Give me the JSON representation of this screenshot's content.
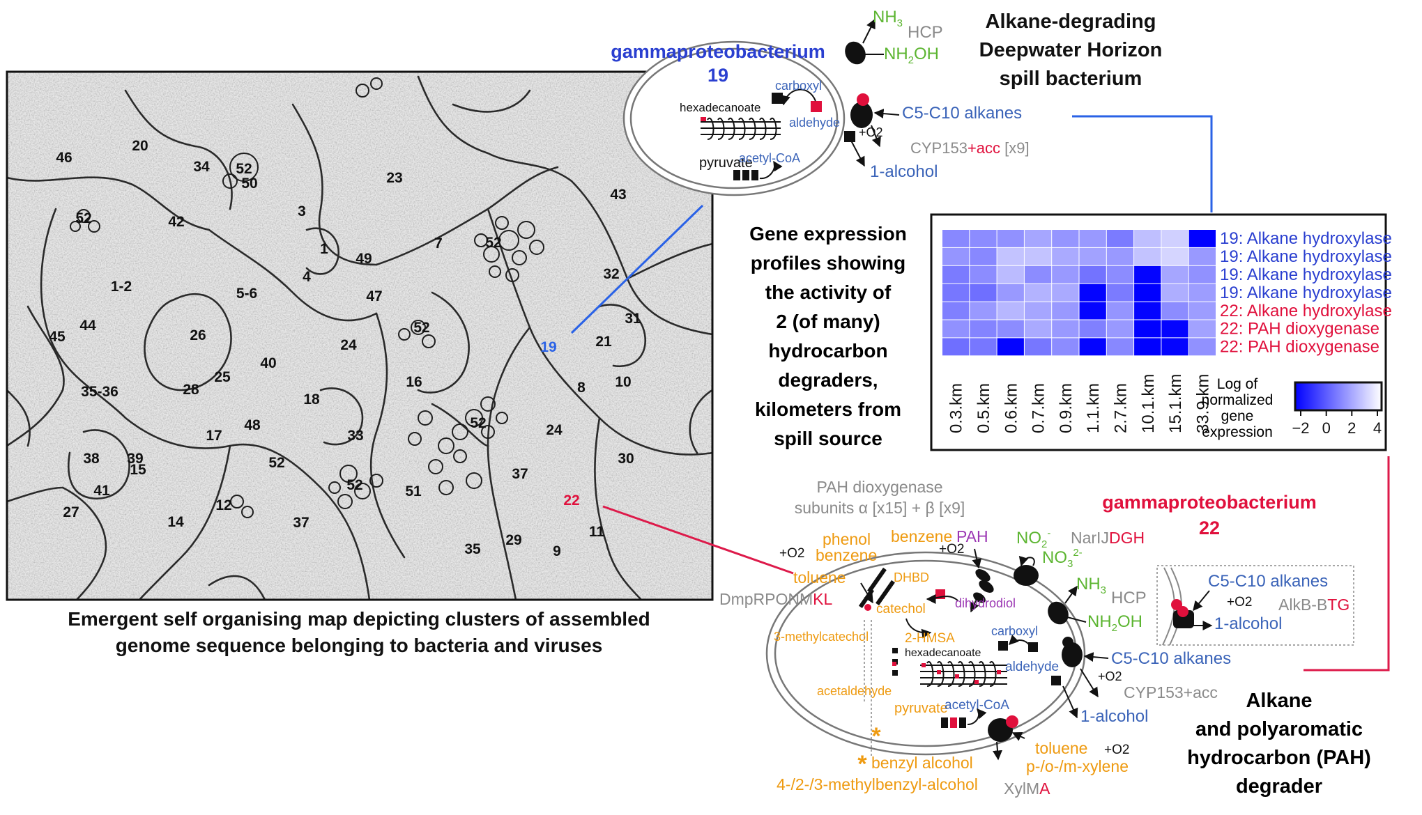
{
  "colors": {
    "blue": "#2a3fd0",
    "mid_blue": "#3a63b8",
    "red": "#e0103c",
    "green": "#5cb531",
    "orange": "#ee9a10",
    "purple": "#9b36b3",
    "grey": "#8a8a8a",
    "black": "#111111",
    "line_blue": "#2a62e6",
    "line_red": "#dd1a4a"
  },
  "som": {
    "caption_line1": "Emergent self organising map depicting clusters of assembled",
    "caption_line2": "genome sequence belonging to bacteria and viruses",
    "clusters": [
      {
        "label": "46"
      },
      {
        "label": "20"
      },
      {
        "label": "34"
      },
      {
        "label": "52"
      },
      {
        "label": "50"
      },
      {
        "label": "23"
      },
      {
        "label": "43"
      },
      {
        "label": "52"
      },
      {
        "label": "42"
      },
      {
        "label": "3"
      },
      {
        "label": "7"
      },
      {
        "label": "1"
      },
      {
        "label": "49"
      },
      {
        "label": "52"
      },
      {
        "label": "1-2"
      },
      {
        "label": "4"
      },
      {
        "label": "5-6"
      },
      {
        "label": "47"
      },
      {
        "label": "32"
      },
      {
        "label": "45"
      },
      {
        "label": "44"
      },
      {
        "label": "26"
      },
      {
        "label": "52"
      },
      {
        "label": "31"
      },
      {
        "label": "24"
      },
      {
        "label": "21"
      },
      {
        "label": "40"
      },
      {
        "label": "25"
      },
      {
        "label": "28"
      },
      {
        "label": "16"
      },
      {
        "label": "35-36"
      },
      {
        "label": "8"
      },
      {
        "label": "10"
      },
      {
        "label": "18"
      },
      {
        "label": "48"
      },
      {
        "label": "17"
      },
      {
        "label": "33"
      },
      {
        "label": "52"
      },
      {
        "label": "24"
      },
      {
        "label": "38"
      },
      {
        "label": "39"
      },
      {
        "label": "15"
      },
      {
        "label": "52"
      },
      {
        "label": "30"
      },
      {
        "label": "37"
      },
      {
        "label": "41"
      },
      {
        "label": "52"
      },
      {
        "label": "51"
      },
      {
        "label": "12"
      },
      {
        "label": "27"
      },
      {
        "label": "14"
      },
      {
        "label": "37"
      },
      {
        "label": "11"
      },
      {
        "label": "29"
      },
      {
        "label": "35"
      },
      {
        "label": "9"
      }
    ],
    "highlight_19": "19",
    "highlight_22": "22"
  },
  "bact19": {
    "title": "gammaproteobacterium",
    "number": "19",
    "nh3": "NH",
    "nh3_sub": "3",
    "hcp": "HCP",
    "nh2oh_a": "NH",
    "nh2oh_sub": "2",
    "nh2oh_b": "OH",
    "carboxyl": "carboxyl",
    "hexadecanoate": "hexadecanoate",
    "aldehyde": "aldehyde",
    "pyruvate": "pyruvate",
    "acetyl_coa": "acetyl-CoA",
    "o2": "+O2",
    "alkanes": "C5-C10 alkanes",
    "cyp_a": "CYP153",
    "cyp_b": "+acc",
    "cyp_c": " [x9]",
    "alcohol": "1-alcohol"
  },
  "spill_title": {
    "line1": "Alkane-degrading",
    "line2": "Deepwater Horizon",
    "line3": "spill bacterium"
  },
  "expr_text": {
    "line1": "Gene expression",
    "line2": "profiles showing",
    "line3": "the activity of",
    "line4": "2 (of many)",
    "line5": "hydrocarbon",
    "line6": "degraders,",
    "line7": "kilometers from",
    "line8": "spill source"
  },
  "heatmap": {
    "columns": [
      "0.3.km",
      "0.5.km",
      "0.6.km",
      "0.7.km",
      "0.9.km",
      "1.1.km",
      "2.7.km",
      "10.1.km",
      "15.1.km",
      "33.9.km"
    ],
    "rows": [
      {
        "label": "19: Alkane hydroxylase",
        "group": "19",
        "values": [
          1.2,
          1.3,
          1.4,
          1.9,
          1.5,
          1.6,
          0.9,
          2.5,
          2.9,
          -2.0
        ]
      },
      {
        "label": "19: Alkane hydroxylase",
        "group": "19",
        "values": [
          1.5,
          1.2,
          2.6,
          2.6,
          2.0,
          1.8,
          1.6,
          2.6,
          3.0,
          1.6
        ]
      },
      {
        "label": "19: Alkane hydroxylase",
        "group": "19",
        "values": [
          0.9,
          1.3,
          2.4,
          1.3,
          1.6,
          0.7,
          1.3,
          -1.9,
          1.9,
          1.4
        ]
      },
      {
        "label": "19: Alkane hydroxylase",
        "group": "19",
        "values": [
          0.8,
          0.6,
          1.6,
          2.2,
          2.0,
          -1.9,
          0.9,
          -2.0,
          2.1,
          1.7
        ]
      },
      {
        "label": "22: Alkane hydroxylase",
        "group": "22",
        "values": [
          1.0,
          1.6,
          2.3,
          1.9,
          1.6,
          -1.9,
          1.5,
          -1.9,
          1.3,
          1.7
        ]
      },
      {
        "label": "22: PAH dioxygenase",
        "group": "22",
        "values": [
          1.4,
          1.1,
          1.3,
          2.0,
          1.6,
          1.0,
          1.6,
          -2.0,
          -1.9,
          1.8
        ]
      },
      {
        "label": "22: PAH dioxygenase",
        "group": "22",
        "values": [
          0.6,
          0.8,
          -1.9,
          0.8,
          1.3,
          -1.9,
          1.2,
          -2.0,
          -1.9,
          1.4
        ]
      }
    ],
    "range": [
      -2,
      4
    ],
    "colorbar_ticks": [
      "−2",
      "0",
      "2",
      "4"
    ],
    "legend_line1": "Log of",
    "legend_line2": "normalized",
    "legend_line3": "gene",
    "legend_line4": "expression"
  },
  "bact22": {
    "pah_title_line1": "PAH dioxygenase",
    "pah_title_line2": "subunits α [x15] + β [x9]",
    "title": "gammaproteobacterium",
    "number": "22",
    "phenol": "phenol",
    "benzene_left": "benzene",
    "toluene": "toluene",
    "o2_left": "+O2",
    "dmp_a": "DmpRPONM",
    "dmp_b": "KL",
    "benzene_top": "benzene",
    "pah": "PAH",
    "o2_top": "+O2",
    "no2": "NO",
    "no2_sub": "2",
    "no2_sup": "-",
    "no3": "NO",
    "no3_sub": "3",
    "no3_sup": "2-",
    "narij_a": "NarIJ",
    "narij_b": "DGH",
    "nh3": "NH",
    "nh3_sub": "3",
    "hcp": "HCP",
    "nh2oh_a": "NH",
    "nh2oh_sub": "2",
    "nh2oh_b": "OH",
    "dhbd": "DHBD",
    "dihydrodiol": "dihydrodiol",
    "catechol": "catechol",
    "hmsa": "2-HMSA",
    "methylcatechol": "3-methylcatechol",
    "carboxyl": "carboxyl",
    "hexadecanoate": "hexadecanoate",
    "aldehyde": "aldehyde",
    "acetaldehyde": "acetaldehyde",
    "pyruvate": "pyruvate",
    "acetyl_coa": "acetyl-CoA",
    "alkanes_in": "C5-C10 alkanes",
    "o2_right": "+O2",
    "cyp": "CYP153+acc",
    "alcohol_in": "1-alcohol",
    "asterisk": "*",
    "benzyl_alcohol": "benzyl alcohol",
    "methylbenzyl": "4-/2-/3-methylbenzyl-alcohol",
    "toluene_b": "toluene",
    "xylene": "p-/o-/m-xylene",
    "o2_bottom": "+O2",
    "xylm_a": "XylM",
    "xylm_b": "A",
    "box_alkanes": "C5-C10 alkanes",
    "box_o2": "+O2",
    "box_alkb_a": "AlkB-B",
    "box_alkb_b": "TG",
    "box_alcohol": "1-alcohol"
  },
  "pah_title": {
    "line1": "Alkane",
    "line2": "and polyaromatic",
    "line3": "hydrocarbon (PAH)",
    "line4": "degrader"
  }
}
